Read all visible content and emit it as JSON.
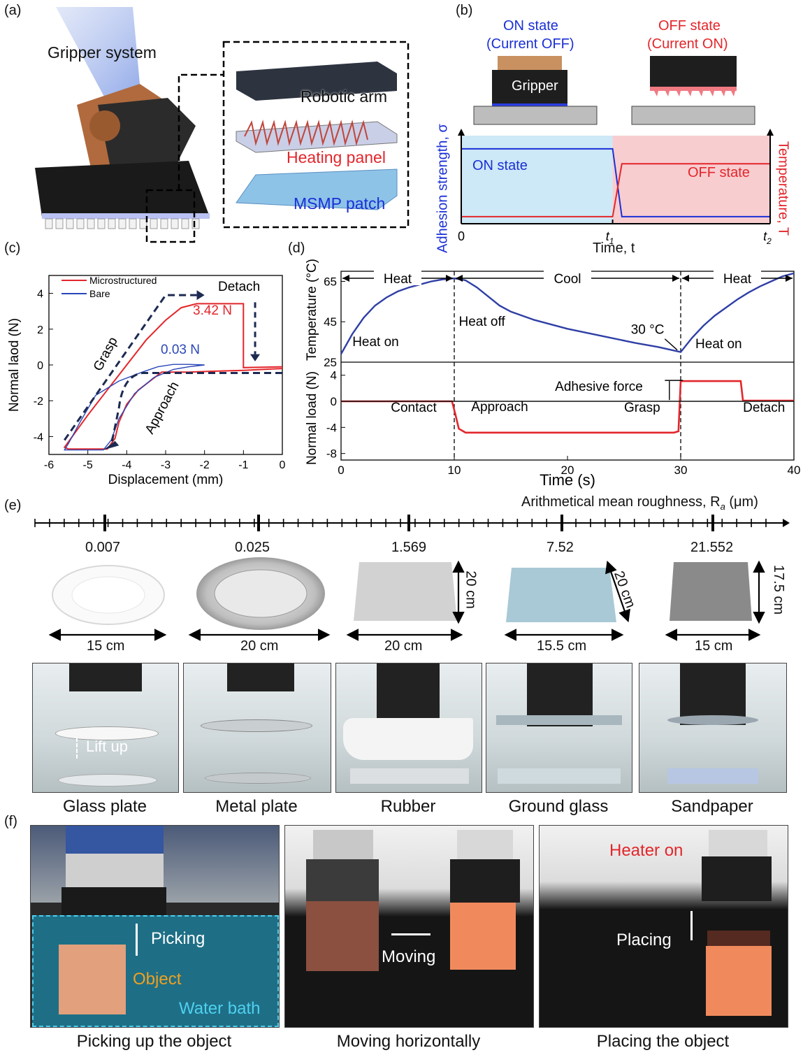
{
  "panels": {
    "a": {
      "label": "(a)",
      "title": "Gripper system",
      "layers": [
        "Robotic arm",
        "Heating panel",
        "MSMP patch"
      ],
      "colors": {
        "robotic_arm": "#111111",
        "heating_panel": "#e3262b",
        "msmp_patch": "#1a2fd6"
      }
    },
    "b": {
      "label": "(b)",
      "on_state": {
        "line1": "ON state",
        "line2": "(Current OFF)",
        "color": "#1a2fd6"
      },
      "off_state": {
        "line1": "OFF state",
        "line2": "(Current ON)",
        "color": "#e3262b"
      },
      "gripper_label": "Gripper",
      "y_left_label": "Adhesion strength, σ",
      "y_right_label": "Temperature, T",
      "x_label": "Time, t",
      "x_ticks": [
        "0",
        "t1",
        "t2"
      ],
      "region_on": "ON state",
      "region_off": "OFF state",
      "colors": {
        "on_bg": "#cde8f6",
        "off_bg": "#f8cdd0"
      }
    },
    "c": {
      "label": "(c)",
      "xlabel": "Displacement (mm)",
      "ylabel": "Normal laod (N)",
      "legend": [
        "Microstructured",
        "Bare"
      ],
      "annotations": {
        "detach": "Detach",
        "grasp": "Grasp",
        "approach": "Approach",
        "peak_micro": "3.42 N",
        "peak_bare": "0.03 N"
      }
    },
    "d": {
      "label": "(d)",
      "ylabel_top": "Temperature (°C)",
      "ylabel_bottom": "Normal load (N)",
      "xlabel": "Time (s)",
      "phases_top": [
        "Heat",
        "Cool",
        "Heat"
      ],
      "notes_top": [
        "Heat on",
        "Heat off",
        "30 °C",
        "Heat on"
      ],
      "phases_bottom": [
        "Contact",
        "Approach",
        "Grasp",
        "Detach"
      ],
      "adhesive_force": "Adhesive force"
    },
    "e": {
      "label": "(e)",
      "axis_title": "Arithmetical mean roughness, R",
      "axis_sub": "a",
      "axis_unit": " (μm)",
      "samples": [
        {
          "ra": "0.007",
          "width": "15 cm",
          "height": "",
          "name": "Glass plate",
          "note": "Lift up"
        },
        {
          "ra": "0.025",
          "width": "20 cm",
          "height": "",
          "name": "Metal plate",
          "note": ""
        },
        {
          "ra": "1.569",
          "width": "20 cm",
          "height": "20 cm",
          "name": "Rubber",
          "note": ""
        },
        {
          "ra": "7.52",
          "width": "15.5 cm",
          "height": "20 cm",
          "name": "Ground glass",
          "note": ""
        },
        {
          "ra": "21.552",
          "width": "15 cm",
          "height": "17.5 cm",
          "name": "Sandpaper",
          "note": ""
        }
      ]
    },
    "f": {
      "label": "(f)",
      "frames": [
        {
          "caption": "Picking up the object",
          "labels": [
            "Picking",
            "Object",
            "Water bath"
          ]
        },
        {
          "caption": "Moving horizontally",
          "labels": [
            "Moving"
          ]
        },
        {
          "caption": "Placing the object",
          "labels": [
            "Heater on",
            "Placing"
          ]
        }
      ],
      "colors": {
        "object": "#f08a5d",
        "water": "#1e6f86",
        "object_label": "#f0a020",
        "water_label": "#4fd0f0",
        "heater": "#e3262b"
      }
    }
  },
  "chart_data": [
    {
      "panel": "b",
      "type": "line",
      "x_ticks": [
        "0",
        "t1",
        "t2"
      ],
      "series": [
        {
          "name": "Adhesion strength, σ",
          "color": "#1a2fd6",
          "x": [
            0,
            0.49,
            0.52,
            1.0
          ],
          "y": [
            0.85,
            0.85,
            0.08,
            0.08
          ]
        },
        {
          "name": "Temperature, T",
          "color": "#e3262b",
          "x": [
            0,
            0.49,
            0.52,
            1.0
          ],
          "y": [
            0.08,
            0.08,
            0.68,
            0.68
          ]
        }
      ],
      "xlim": [
        0,
        1
      ],
      "ylim": [
        0,
        1
      ]
    },
    {
      "panel": "c",
      "type": "line",
      "xlim": [
        -6,
        0
      ],
      "ylim": [
        -5,
        5
      ],
      "x_ticks": [
        -6,
        -5,
        -4,
        -3,
        -2,
        -1,
        0
      ],
      "y_ticks": [
        -4,
        -2,
        0,
        2,
        4
      ],
      "series": [
        {
          "name": "Microstructured",
          "color": "#e3262b",
          "x": [
            0,
            -1,
            -1.8,
            -2.4,
            -3.1,
            -3.4,
            -3.7,
            -4.0,
            -4.2,
            -4.3,
            -4.5,
            -5.5,
            -5.6,
            -5.3,
            -5.0,
            -4.5,
            -4.0,
            -3.5,
            -3.0,
            -2.6,
            -2.2,
            -1.8,
            -1.1,
            -1.0,
            -1.0,
            0
          ],
          "y": [
            -0.2,
            -0.3,
            -0.35,
            -0.4,
            -0.4,
            -0.9,
            -1.4,
            -2.2,
            -3.2,
            -4.1,
            -4.7,
            -4.7,
            -4.6,
            -3.7,
            -2.8,
            -1.4,
            0.0,
            1.4,
            2.5,
            3.2,
            3.42,
            3.42,
            3.42,
            3.42,
            -0.15,
            -0.1
          ]
        },
        {
          "name": "Bare",
          "color": "#2a47b8",
          "x": [
            -2,
            -2.4,
            -2.8,
            -3.3,
            -3.8,
            -4.2,
            -4.4,
            -4.6,
            -5.6,
            -5.5,
            -5.2,
            -4.8,
            -4.2,
            -3.6,
            -3.2,
            -2.8,
            -2.4,
            -2
          ],
          "y": [
            0.0,
            -0.1,
            -0.25,
            -0.7,
            -1.6,
            -3.0,
            -4.2,
            -4.75,
            -4.75,
            -4.4,
            -3.2,
            -1.7,
            -0.9,
            -0.4,
            -0.1,
            0.03,
            0.03,
            0.0
          ]
        }
      ]
    },
    {
      "panel": "d",
      "type": "line",
      "xlim": [
        0,
        40
      ],
      "x_ticks": [
        0,
        10,
        20,
        30,
        40
      ],
      "top": {
        "ylim": [
          25,
          70
        ],
        "y_ticks": [
          25,
          45,
          65
        ],
        "series": [
          {
            "name": "Temperature",
            "color": "#2f3fa6",
            "x": [
              0,
              1,
              2,
              3,
              4,
              5,
              6,
              7,
              8,
              9,
              10,
              11,
              12,
              13,
              14,
              15,
              17,
              20,
              23,
              26,
              28,
              30,
              31,
              32,
              33,
              34,
              35,
              36,
              37,
              38,
              39,
              40
            ],
            "y": [
              29,
              39,
              47,
              53,
              57,
              60,
              62,
              63.5,
              65,
              66,
              66.5,
              65.5,
              62,
              57.5,
              53,
              50,
              46,
              41.5,
              38,
              34.5,
              32.5,
              30,
              37,
              43,
              48,
              52,
              56,
              59.5,
              62.5,
              65,
              67.5,
              69
            ]
          }
        ]
      },
      "bottom": {
        "ylim": [
          -9,
          6
        ],
        "y_ticks": [
          -8,
          -4,
          0,
          4
        ],
        "series": [
          {
            "name": "Normal load",
            "color": "#e3262b",
            "x": [
              0,
              9.8,
              10.1,
              10.4,
              11,
              15,
              20,
              25,
              29.4,
              29.8,
              30.0,
              35.3,
              35.5,
              40
            ],
            "y": [
              0,
              0,
              -2,
              -4.2,
              -4.8,
              -4.8,
              -4.8,
              -4.8,
              -4.8,
              -4.6,
              3.1,
              3.1,
              0.1,
              0.1
            ]
          },
          {
            "name": "baseline",
            "color": "#111111",
            "x": [
              0,
              40
            ],
            "y": [
              0,
              0
            ]
          }
        ]
      }
    }
  ]
}
